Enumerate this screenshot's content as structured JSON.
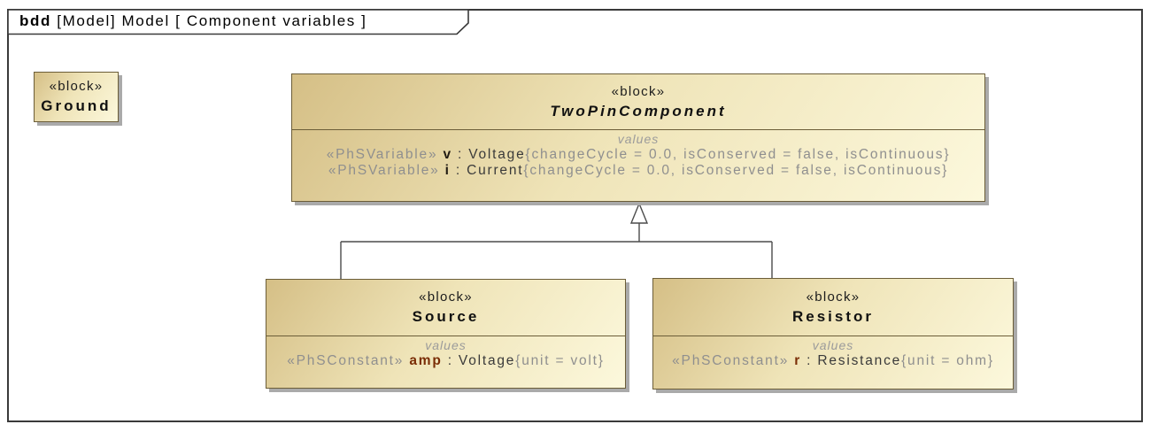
{
  "frame": {
    "title_bold": "bdd",
    "title_rest": " [Model] Model [ Component variables ]"
  },
  "blocks": {
    "ground": {
      "stereotype": "«block»",
      "name": "Ground"
    },
    "twopin": {
      "stereotype": "«block»",
      "name": "TwoPinComponent",
      "values_label": "values",
      "values": [
        {
          "stereotype": "«PhSVariable» ",
          "name": "v",
          "type": " : Voltage",
          "modifiers": "{changeCycle = 0.0, isConserved = false, isContinuous}"
        },
        {
          "stereotype": "«PhSVariable» ",
          "name": "i",
          "type": " : Current",
          "modifiers": "{changeCycle = 0.0, isConserved = false, isContinuous}"
        }
      ]
    },
    "source": {
      "stereotype": "«block»",
      "name": "Source",
      "values_label": "values",
      "values": [
        {
          "stereotype": "«PhSConstant» ",
          "name": "amp",
          "type": " : Voltage",
          "modifiers": "{unit = volt}"
        }
      ]
    },
    "resistor": {
      "stereotype": "«block»",
      "name": "Resistor",
      "values_label": "values",
      "values": [
        {
          "stereotype": "«PhSConstant» ",
          "name": "r",
          "type": " : Resistance",
          "modifiers": "{unit = ohm}"
        }
      ]
    }
  },
  "relationships": [
    {
      "type": "generalization",
      "from": "Source",
      "to": "TwoPinComponent"
    },
    {
      "type": "generalization",
      "from": "Resistor",
      "to": "TwoPinComponent"
    }
  ],
  "colors": {
    "frame_border": "#3a3a3a",
    "connector": "#4b4b4b",
    "block_border": "#6b5d38",
    "fill_dark": "#d5bf86",
    "fill_mid": "#efe4b8",
    "fill_light": "#fcf8dc",
    "shadow": "#aaaaaa",
    "stereotype_text": "#1c1c1c",
    "name_text": "#111111",
    "muted": "#8f8f8f",
    "prop_type": "#3a3a3a",
    "prop_name_dark": "#201a12",
    "prop_name_accent": "#7a2d06",
    "values_label": "#9b9b9b"
  }
}
